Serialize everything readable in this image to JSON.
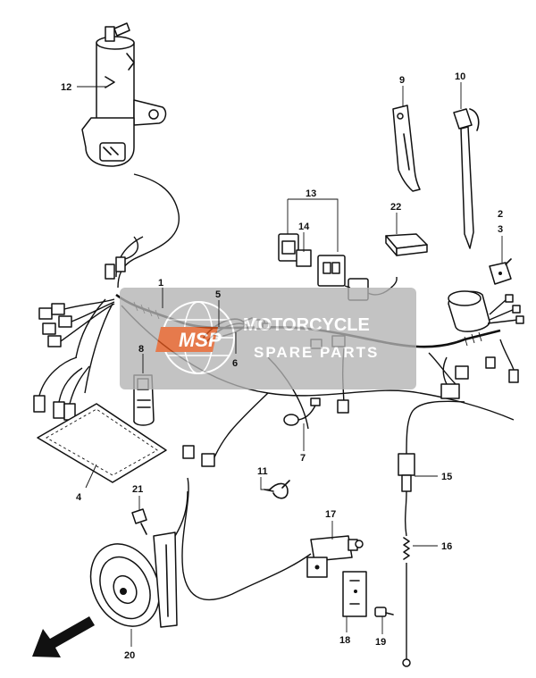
{
  "parts": {
    "n1": "1",
    "n2": "2",
    "n3": "3",
    "n4": "4",
    "n5": "5",
    "n6": "6",
    "n7": "7",
    "n8": "8",
    "n9": "9",
    "n10": "10",
    "n11": "11",
    "n12": "12",
    "n13": "13",
    "n14": "14",
    "n15": "15",
    "n16": "16",
    "n17": "17",
    "n18": "18",
    "n19": "19",
    "n20": "20",
    "n21": "21",
    "n22": "22"
  },
  "watermark": {
    "logo": "MSP",
    "line1": "MOTORCYCLE",
    "line2": "SPARE PARTS",
    "panel_color": "#b3b3b3",
    "accent_color": "#e0551a"
  },
  "direction_arrow": "arrow-front-left-icon"
}
